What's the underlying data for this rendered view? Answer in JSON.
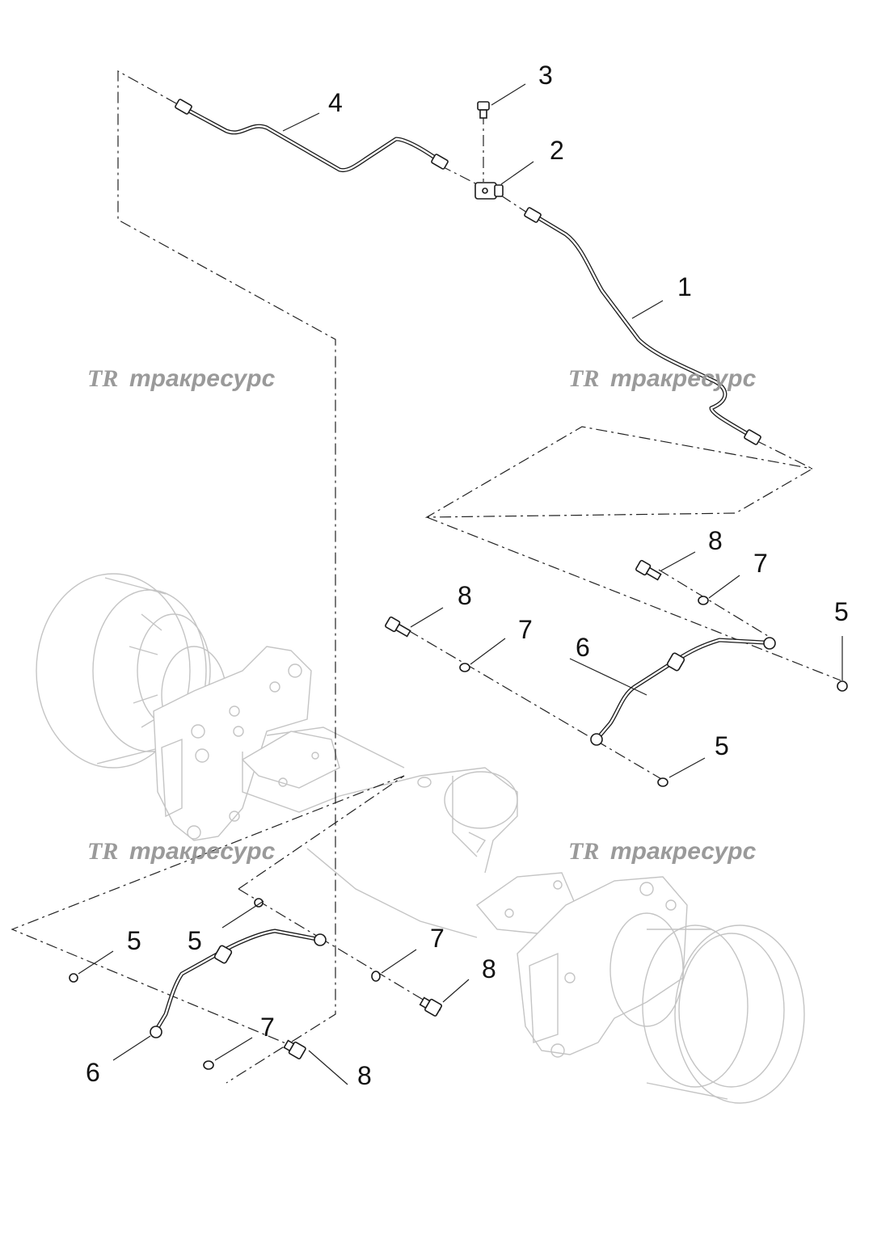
{
  "watermark": {
    "logo": "TR",
    "text": "тракресурс"
  },
  "callouts": [
    {
      "id": "c1",
      "label": "1"
    },
    {
      "id": "c2",
      "label": "2"
    },
    {
      "id": "c3",
      "label": "3"
    },
    {
      "id": "c4",
      "label": "4"
    },
    {
      "id": "c5a",
      "label": "5"
    },
    {
      "id": "c5b",
      "label": "5"
    },
    {
      "id": "c5c",
      "label": "5"
    },
    {
      "id": "c5d",
      "label": "5"
    },
    {
      "id": "c6a",
      "label": "6"
    },
    {
      "id": "c6b",
      "label": "6"
    },
    {
      "id": "c7a",
      "label": "7"
    },
    {
      "id": "c7b",
      "label": "7"
    },
    {
      "id": "c7c",
      "label": "7"
    },
    {
      "id": "c7d",
      "label": "7"
    },
    {
      "id": "c8a",
      "label": "8"
    },
    {
      "id": "c8b",
      "label": "8"
    },
    {
      "id": "c8c",
      "label": "8"
    },
    {
      "id": "c8d",
      "label": "8"
    }
  ]
}
